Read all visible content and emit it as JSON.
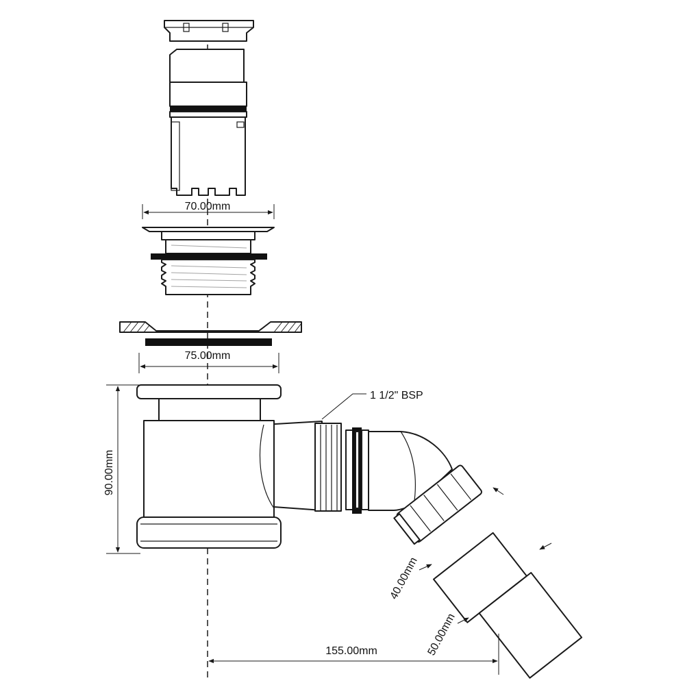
{
  "diagram": {
    "labels": {
      "waste_width": "70.00mm",
      "flange_width": "75.00mm",
      "height": "90.00mm",
      "thread_spec": "1 1/2\" BSP",
      "outlet_inner": "40.00mm",
      "outlet_outer": "50.00mm",
      "offset": "155.00mm"
    },
    "colors": {
      "line": "#1a1a1a",
      "seal": "#111111",
      "background": "#ffffff"
    }
  }
}
